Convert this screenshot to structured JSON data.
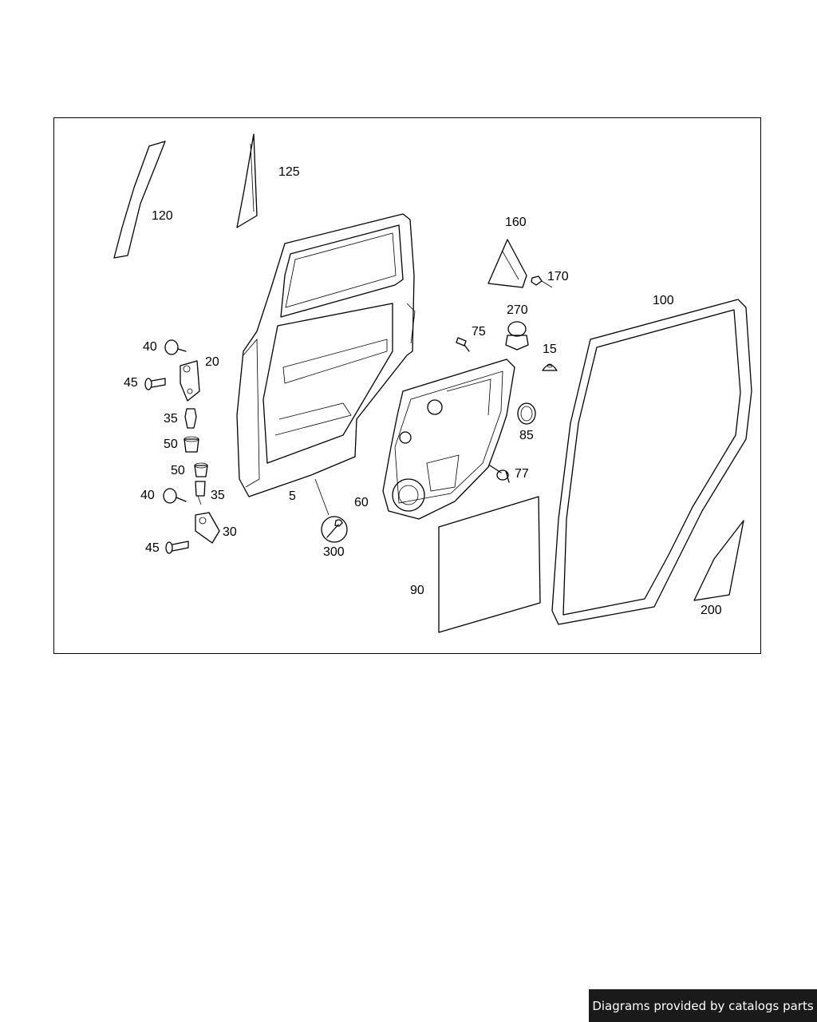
{
  "diagram": {
    "labels": [
      "120",
      "125",
      "160",
      "170",
      "270",
      "75",
      "15",
      "100",
      "40",
      "20",
      "45",
      "35",
      "50",
      "50",
      "40",
      "35",
      "30",
      "45",
      "5",
      "60",
      "300",
      "85",
      "77",
      "90",
      "200"
    ]
  },
  "footer": {
    "text": "Diagrams provided by catalogs parts"
  }
}
